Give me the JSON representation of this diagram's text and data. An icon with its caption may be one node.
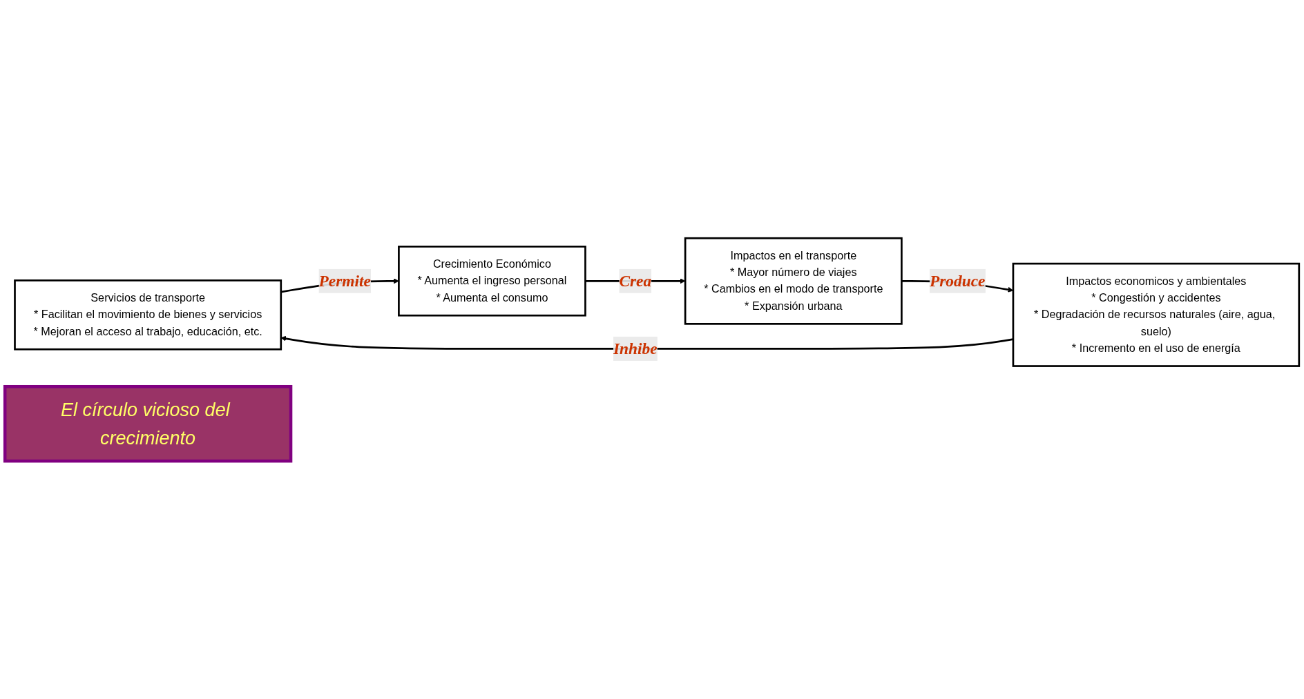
{
  "diagram": {
    "nodes": [
      {
        "text": [
          "Servicios de transporte",
          "* Facilitan el movimiento de bienes y servicios",
          "* Mejoran el acceso al trabajo, educación, etc."
        ]
      },
      {
        "text": [
          "Crecimiento Económico",
          "* Aumenta el ingreso personal",
          "* Aumenta el consumo"
        ]
      },
      {
        "text": [
          "El círculo vicioso del crecimiento"
        ]
      },
      {
        "text": [
          "Impactos economicos y ambientales",
          "* Congestión y accidentes",
          "* Degradación de recursos naturales (aire, agua, suelo)",
          "* Incremento en el uso de energía"
        ]
      },
      {
        "text": [
          "Impactos en el transporte",
          "* Mayor número de viajes",
          "* Cambios en el modo de transporte",
          "* Expansión urbana"
        ]
      }
    ],
    "edges": [
      {
        "from": 0,
        "to": 1,
        "arrow": "to",
        "label": "Permite"
      },
      {
        "from": 1,
        "to": 4,
        "arrow": "to",
        "label": "Crea"
      },
      {
        "from": 4,
        "to": 3,
        "arrow": "to",
        "label": "Produce"
      },
      {
        "from": 3,
        "to": 0,
        "arrow": "to",
        "label": "Inhibe"
      }
    ]
  }
}
